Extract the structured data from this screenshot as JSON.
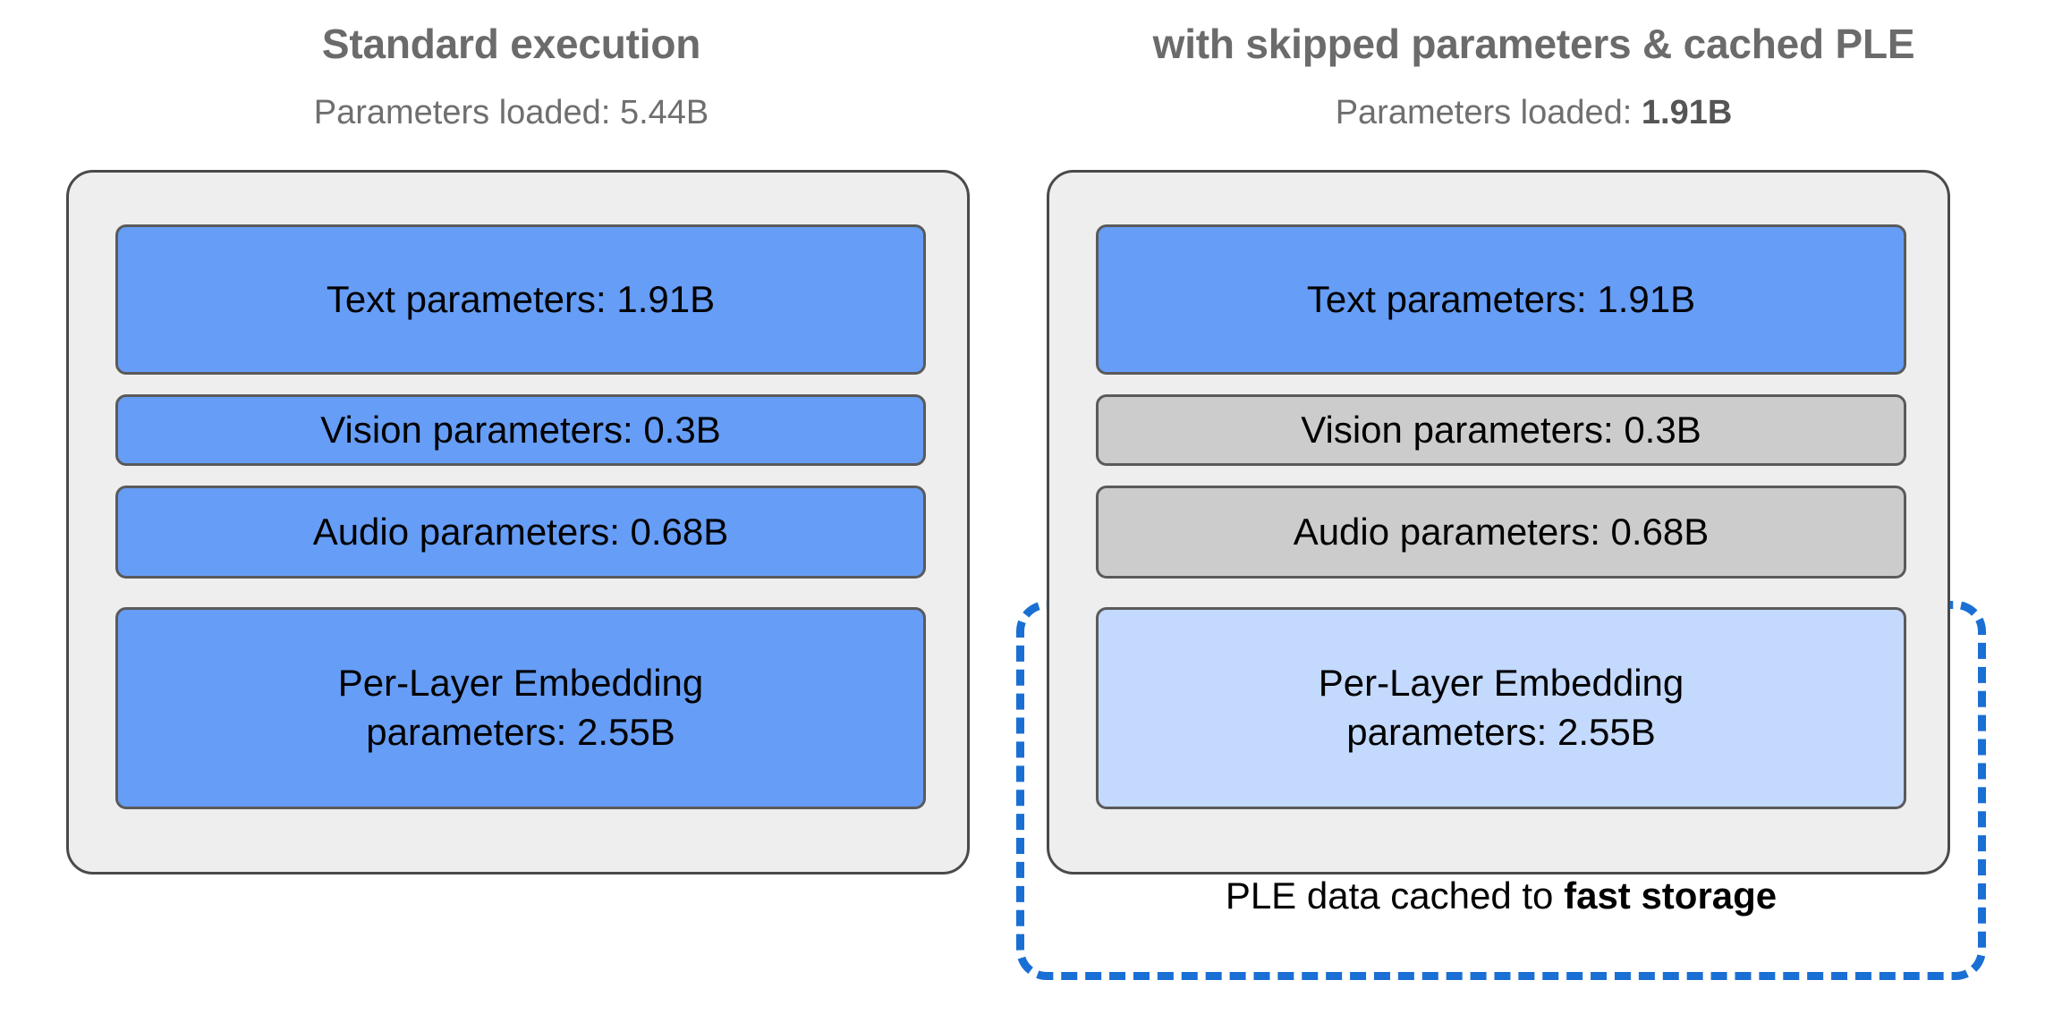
{
  "columns": [
    {
      "title": "Standard execution",
      "subtitle_prefix": "Parameters loaded: ",
      "subtitle_value": "5.44B",
      "subtitle_value_bold": false,
      "blocks": [
        {
          "label": "Text parameters: 1.91B",
          "state": "loaded",
          "color": "#669df6"
        },
        {
          "label": "Vision parameters: 0.3B",
          "state": "loaded",
          "color": "#669df6"
        },
        {
          "label": "Audio parameters: 0.68B",
          "state": "loaded",
          "color": "#669df6"
        },
        {
          "label_line1": "Per-Layer Embedding",
          "label_line2": "parameters: 2.55B",
          "state": "loaded",
          "color": "#669df6"
        }
      ]
    },
    {
      "title": "with skipped parameters & cached PLE",
      "subtitle_prefix": "Parameters loaded: ",
      "subtitle_value": "1.91B",
      "subtitle_value_bold": true,
      "blocks": [
        {
          "label": "Text parameters: 1.91B",
          "state": "loaded",
          "color": "#669df6"
        },
        {
          "label": "Vision parameters: 0.3B",
          "state": "skipped",
          "color": "#cccccc"
        },
        {
          "label": "Audio parameters: 0.68B",
          "state": "skipped",
          "color": "#cccccc"
        },
        {
          "label_line1": "Per-Layer Embedding",
          "label_line2": "parameters: 2.55B",
          "state": "cached",
          "color": "#c3d9fd"
        }
      ]
    }
  ],
  "cache_highlight": {
    "caption_prefix": "PLE data cached to ",
    "caption_emphasis": "fast storage",
    "border_color": "#1a6fd4",
    "border_style": "dashed"
  },
  "palette": {
    "panel_background": "#eeeeee",
    "panel_border": "#4a4a4a",
    "block_border": "#5a5a5a",
    "loaded_blue": "#669df6",
    "skipped_grey": "#cccccc",
    "cached_light_blue": "#c3d9fd",
    "heading_grey": "#6b6b6b",
    "page_background": "#ffffff"
  }
}
